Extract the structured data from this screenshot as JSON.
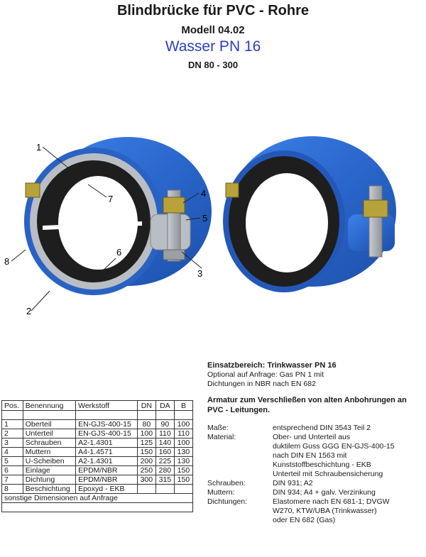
{
  "header": {
    "title": "Blindbrücke für PVC - Rohre",
    "model": "Modell 04.02",
    "medium": "Wasser PN 16",
    "range": "DN 80 - 300"
  },
  "callouts": [
    "1",
    "2",
    "3",
    "4",
    "5",
    "6",
    "7",
    "8"
  ],
  "colors": {
    "accent_blue": "#2b3fb8",
    "clamp_blue": "#2f6fd6",
    "gasket_black": "#1e1e1e",
    "bolt_gold": "#b8a23a"
  },
  "usage": {
    "heading": "Einsatzbereich:  Trinkwasser PN 16",
    "line1": "Optional auf Anfrage:  Gas PN 1 mit",
    "line2": "Dichtungen in NBR nach EN 682"
  },
  "armatur": "Armatur zum Verschließen von alten Anbohrungen an PVC - Leitungen.",
  "specs": [
    {
      "label": "Maße:",
      "values": [
        "entsprechend DIN 3543 Teil 2"
      ]
    },
    {
      "label": "Material:",
      "values": [
        "Ober- und Unterteil aus",
        "duktilem Guss GGG  EN-GJS-400-15",
        "nach DIN EN 1563 mit",
        "Kunststoffbeschichtung - EKB",
        "Unterteil mit Schraubensicherung"
      ]
    },
    {
      "label": "Schrauben:",
      "values": [
        "DIN 931; A2"
      ]
    },
    {
      "label": "Muttern:",
      "values": [
        "DIN 934; A4 + galv. Verzinkung"
      ]
    },
    {
      "label": "Dichtungen:",
      "values": [
        "Elastomere nach EN 681-1; DVGW",
        "W270, KTW/UBA (Trinkwasser)",
        "oder EN 682 (Gas)"
      ]
    }
  ],
  "table": {
    "headers": [
      "Pos.",
      "Benennung",
      "Werkstoff",
      "DN",
      "DA",
      "B"
    ],
    "rows": [
      [
        "1",
        "Oberteil",
        "EN-GJS-400-15",
        "80",
        "90",
        "100"
      ],
      [
        "2",
        "Unterteil",
        "EN-GJS-400-15",
        "100",
        "110",
        "110"
      ],
      [
        "3",
        "Schrauben",
        "A2-1.4301",
        "125",
        "140",
        "100"
      ],
      [
        "4",
        "Muttern",
        "A4-1.4571",
        "150",
        "160",
        "130"
      ],
      [
        "5",
        "U-Scheiben",
        "A2-1.4301",
        "200",
        "225",
        "130"
      ],
      [
        "6",
        "Einlage",
        "EPDM/NBR",
        "250",
        "280",
        "150"
      ],
      [
        "7",
        "Dichtung",
        "EPDM/NBR",
        "300",
        "315",
        "150"
      ],
      [
        "8",
        "Beschichtung",
        "Epoxyd - EKB",
        "",
        "",
        ""
      ]
    ],
    "note": "sonstige Dimensionen auf Anfrage"
  }
}
